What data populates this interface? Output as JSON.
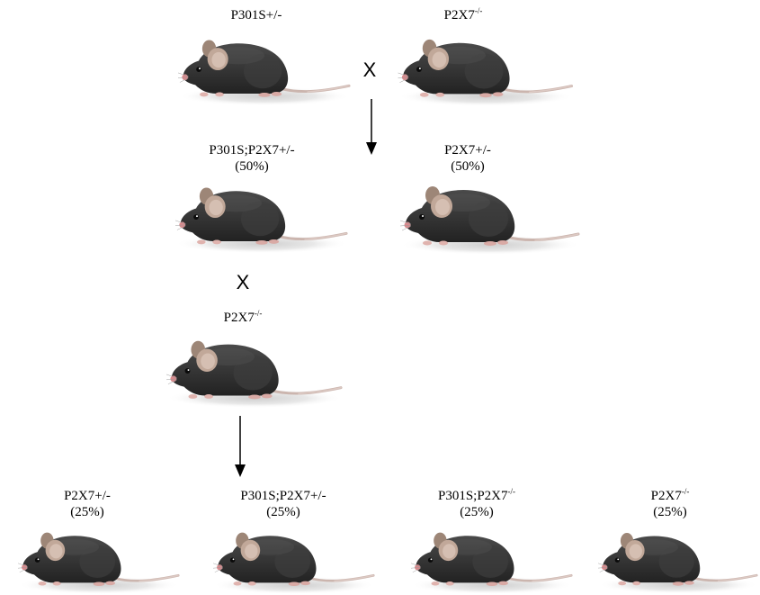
{
  "parental_cross": {
    "left": {
      "genotype": "P301S+/-"
    },
    "cross_symbol": "X",
    "right": {
      "genotype": "P2X7",
      "genotype_sup": "-/-"
    }
  },
  "f1_offspring": [
    {
      "genotype": "P301S;P2X7+/-",
      "percent": "(50%)"
    },
    {
      "genotype": "P2X7+/-",
      "percent": "(50%)"
    }
  ],
  "backcross": {
    "cross_symbol": "X",
    "partner": {
      "genotype": "P2X7",
      "genotype_sup": "-/-"
    }
  },
  "f2_offspring": [
    {
      "genotype": "P2X7+/-",
      "percent": "(25%)"
    },
    {
      "genotype": "P301S;P2X7+/-",
      "percent": "(25%)"
    },
    {
      "genotype": "P301S;P2X7",
      "genotype_sup": "-/-",
      "percent": "(25%)"
    },
    {
      "genotype": "P2X7",
      "genotype_sup": "-/-",
      "percent": "(25%)"
    }
  ],
  "colors": {
    "text": "#000000",
    "mouse_fur": "#333333",
    "mouse_ear": "#c1a899",
    "mouse_nose": "#d9898c",
    "mouse_tail": "#cbb5ae",
    "arrow": "#000000"
  }
}
